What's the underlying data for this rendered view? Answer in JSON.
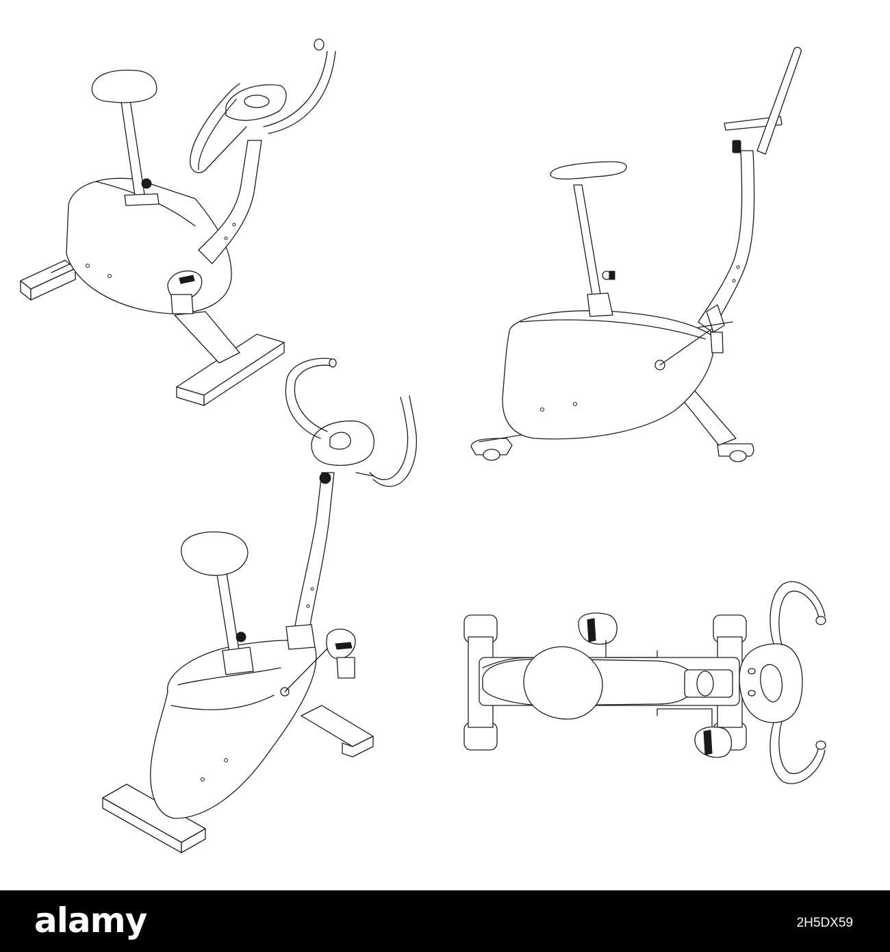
{
  "watermark": {
    "brand": "alamy",
    "stock_id": "2H5DX59"
  },
  "colors": {
    "background": "#ffffff",
    "line": "#1a1a1a",
    "footer": "#000000",
    "footer_text": "#ffffff"
  },
  "views": [
    "bike-view-front-left-isometric",
    "bike-view-side",
    "bike-view-rear-isometric",
    "bike-view-top"
  ]
}
